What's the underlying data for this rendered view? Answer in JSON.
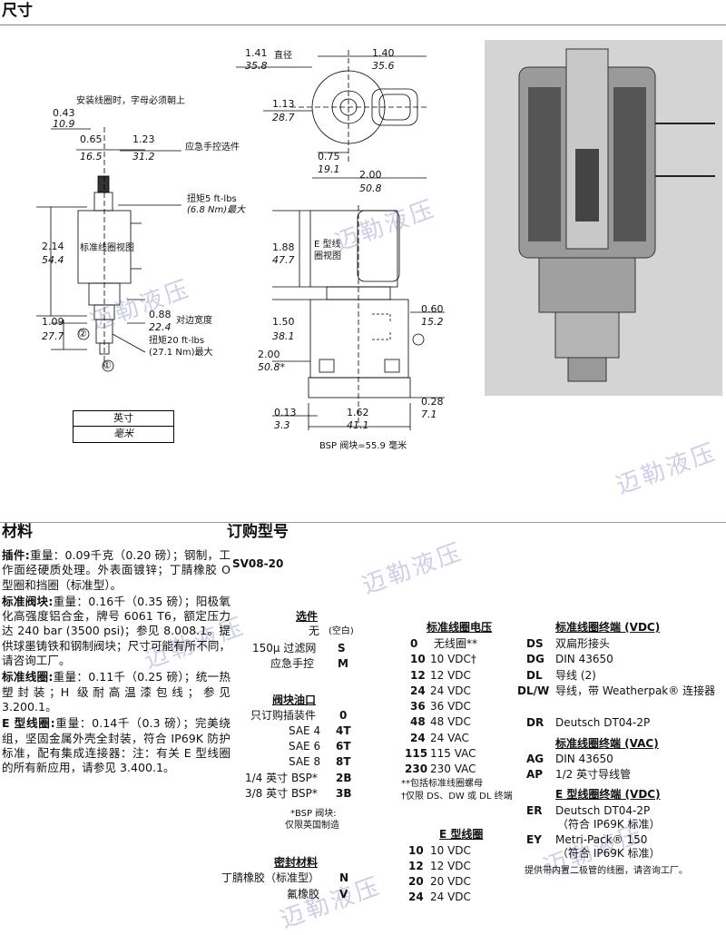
{
  "header": {
    "title": "尺寸"
  },
  "dims": {
    "d043": "0.43",
    "d109mm": "10.9",
    "note_install": "安装线圈时，字母必须朝上",
    "d065": "0.65",
    "d165": "16.5",
    "d123": "1.23",
    "d312": "31.2",
    "manual_override": "应急手控选件",
    "torque_coil": "扭矩5 ft-lbs",
    "torque_coil_mm": "(6.8 Nm)最大",
    "coil_view": "标准线圈视图",
    "d214": "2.14",
    "d544": "54.4",
    "d088": "0.88",
    "d224": "22.4",
    "across_flats": "对边宽度",
    "d109b": "1.09",
    "d277": "27.7",
    "torque_cart": "扭矩20 ft-lbs",
    "torque_cart_mm": "(27.1 Nm)最大",
    "port2": "②",
    "port1": "①",
    "d141": "1.41",
    "d358": "35.8",
    "dia": "直径",
    "d140": "1.40",
    "d356": "35.6",
    "d113": "1.13",
    "d287": "28.7",
    "d075": "0.75",
    "d191": "19.1",
    "d200a": "2.00",
    "d508a": "50.8",
    "d188": "1.88",
    "d477": "47.7",
    "ecoil_view1": "E 型线",
    "ecoil_view2": "圈视图",
    "d060": "0.60",
    "d152": "15.2",
    "d150": "1.50",
    "d381": "38.1",
    "d200b": "2.00",
    "d508b": "50.8*",
    "d028": "0.28",
    "d71": "7.1",
    "d013": "0.13",
    "d33": "3.3",
    "d162": "1.62",
    "d411": "41.1",
    "bsp_note": "BSP 阀块=55.9 毫米"
  },
  "legend": {
    "inch": "英寸",
    "mm": "毫米"
  },
  "watermark": "迈勒液压",
  "materials": {
    "title": "材料",
    "items": [
      {
        "label": "插件:",
        "text": "重量：0.09千克（0.20 磅）；钢制，工作面经硬质处理。外表面镀锌；丁腈橡胶 O 型圈和挡圈（标准型）。"
      },
      {
        "label": "标准阀块:",
        "text": "重量：0.16千（0.35 磅）；阳极氧化高强度铝合金，牌号 6061 T6，额定压力达 240 bar (3500 psi)；参见 8.008.1。提供球墨铸铁和钢制阀块；尺寸可能有所不同，请咨询工厂。"
      },
      {
        "label": "标准线圈:",
        "text": "重量：0.11千（0.25 磅）；统一热塑封装；H 级耐高温漆包线；参见 3.200.1。"
      },
      {
        "label": "E 型线圈:",
        "text": "重量：0.14千（0.3 磅）；完美绕组，坚固金属外壳全封装，符合 IP69K 防护标准，配有集成连接器：注：有关 E 型线圈的所有新应用，请参见 3.400.1。"
      }
    ]
  },
  "ordering": {
    "title": "订购型号",
    "model_prefix": "SV08-20",
    "options": {
      "title": "选件",
      "rows": [
        [
          "无",
          "(空白)"
        ],
        [
          "150μ 过滤网",
          "S"
        ],
        [
          "应急手控",
          "M"
        ]
      ]
    },
    "ports": {
      "title": "阀块油口",
      "rows": [
        [
          "只订购插装件",
          "0"
        ],
        [
          "SAE 4",
          "4T"
        ],
        [
          "SAE 6",
          "6T"
        ],
        [
          "SAE 8",
          "8T"
        ],
        [
          "1/4 英寸 BSP*",
          "2B"
        ],
        [
          "3/8 英寸 BSP*",
          "3B"
        ]
      ],
      "note1": "*BSP 阀块:",
      "note2": "仅限英国制造"
    },
    "seals": {
      "title": "密封材料",
      "rows": [
        [
          "丁腈橡胶（标准型）",
          "N"
        ],
        [
          "氟橡胶",
          "V"
        ]
      ]
    },
    "std_voltage": {
      "title": "标准线圈电压",
      "rows": [
        [
          "0",
          "无线圈**"
        ],
        [
          "10",
          "10 VDC†"
        ],
        [
          "12",
          "12 VDC"
        ],
        [
          "24",
          "24 VDC"
        ],
        [
          "36",
          "36 VDC"
        ],
        [
          "48",
          "48 VDC"
        ],
        [
          "24",
          "24 VAC"
        ],
        [
          "115",
          "115 VAC"
        ],
        [
          "230",
          "230 VAC"
        ]
      ],
      "note1": "**包括标准线圈螺母",
      "note2": "†仅限 DS、DW 或 DL 终端"
    },
    "e_coil": {
      "title": "E 型线圈",
      "rows": [
        [
          "10",
          "10 VDC"
        ],
        [
          "12",
          "12 VDC"
        ],
        [
          "20",
          "20 VDC"
        ],
        [
          "24",
          "24 VDC"
        ]
      ]
    },
    "term_vdc": {
      "title": "标准线圈终端 (VDC)",
      "rows": [
        [
          "DS",
          "双扁形接头"
        ],
        [
          "DG",
          "DIN 43650"
        ],
        [
          "DL",
          "导线 (2)"
        ],
        [
          "DL/W",
          "导线，带 Weatherpak® 连接器"
        ],
        [
          "DR",
          "Deutsch DT04-2P"
        ]
      ]
    },
    "term_vac": {
      "title": "标准线圈终端 (VAC)",
      "rows": [
        [
          "AG",
          "DIN 43650"
        ],
        [
          "AP",
          "1/2 英寸导线管"
        ]
      ]
    },
    "term_e": {
      "title": "E 型线圈终端 (VDC)",
      "rows": [
        [
          "ER",
          "Deutsch DT04-2P",
          "（符合 IP69K 标准）"
        ],
        [
          "EY",
          "Metri-Pack® 150",
          "（符合 IP69K 标准）"
        ]
      ]
    },
    "footnote": "提供带内置二极管的线圈，请咨询工厂。"
  }
}
